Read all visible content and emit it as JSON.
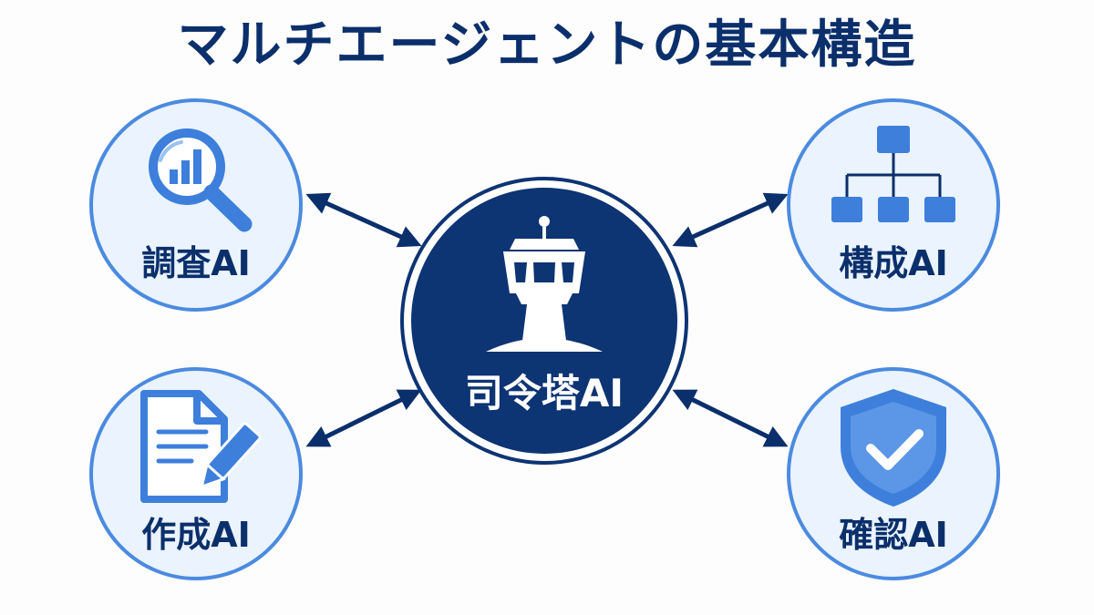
{
  "title": "マルチエージェントの基本構造",
  "hub": {
    "label": "司令塔AI",
    "icon": "control-tower-icon"
  },
  "agents": [
    {
      "id": "research",
      "label": "調査AI",
      "icon": "magnifier-chart-icon"
    },
    {
      "id": "structure",
      "label": "構成AI",
      "icon": "hierarchy-icon"
    },
    {
      "id": "create",
      "label": "作成AI",
      "icon": "document-pencil-icon"
    },
    {
      "id": "verify",
      "label": "確認AI",
      "icon": "shield-check-icon"
    }
  ],
  "colors": {
    "navy": "#0b2f6b",
    "accent": "#3d7fdb",
    "circle_fill": "#eaf3fe",
    "ring": "#4b8ae0",
    "hub_fill": "#0d3473"
  }
}
